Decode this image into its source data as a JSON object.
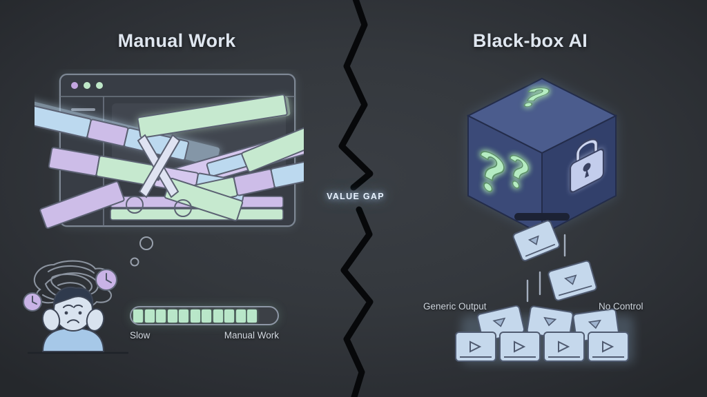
{
  "scene": {
    "background_color": "#34383d",
    "divider": {
      "name": "lightning-crack",
      "color": "#07080a",
      "label": "VALUE GAP",
      "label_color": "#e8f2ff"
    }
  },
  "left_panel": {
    "title": "Manual Work",
    "editor_window": {
      "name": "video-editor-window",
      "traffic_lights": [
        "#c3a6e0",
        "#bfe8c8",
        "#bfe8c8"
      ],
      "window_bg": "#3a3f47",
      "timeline_strip_colors": [
        "#c6e9cf",
        "#cdbde8",
        "#bcd9ef",
        "#d6c8ee",
        "#bfe8c8"
      ],
      "tool_icon": "scissors-icon"
    },
    "thought_bubbles": 2,
    "person": {
      "name": "stressed-person",
      "skin": "#d9e3ef",
      "hair": "#2f3a4d",
      "shirt": "#a6c8e8",
      "scribble_color": "#8b939f",
      "clock_color": "#c9b3e6",
      "clock_count": 2
    },
    "progress": {
      "name": "manual-work-progress",
      "segments_filled": 11,
      "segments_total": 18,
      "fill_color": "#b9e7c9",
      "label_left": "Slow",
      "label_right": "Manual Work"
    }
  },
  "right_panel": {
    "title": "Black-box AI",
    "cube": {
      "name": "black-box-cube",
      "top_face_color": "#4b5c8d",
      "left_face_color": "#3b4a78",
      "right_face_color": "#32406b",
      "glow_color": "#a8e6b8",
      "symbols": {
        "top_face": "question-mark",
        "left_face": "double-question-mark",
        "right_face": "lock-icon"
      },
      "slot": true
    },
    "falling_cards": 2,
    "stack_cards_front": 4,
    "stack_cards_back": 3,
    "card_color": "#c5d8ec",
    "captions": {
      "left": "Generic Output",
      "right": "No Control"
    }
  }
}
